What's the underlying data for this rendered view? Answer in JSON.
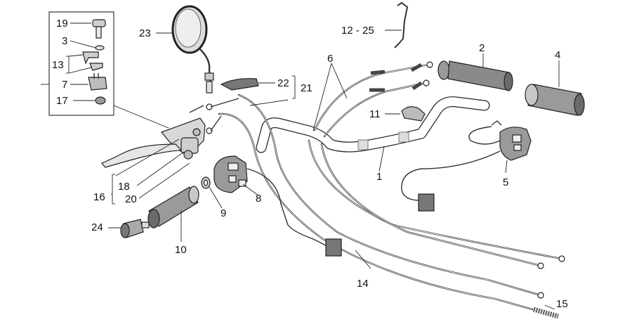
{
  "labels": {
    "p1": "1",
    "p2": "2",
    "p4": "4",
    "p5": "5",
    "p6": "6",
    "p7": "7",
    "p8": "8",
    "p9": "9",
    "p10": "10",
    "p11": "11",
    "p12_25": "12 - 25",
    "p13": "13",
    "p14": "14",
    "p15": "15",
    "p16": "16",
    "p17": "17",
    "p18": "18",
    "p19": "19",
    "p20": "20",
    "p21": "21",
    "p22": "22",
    "p23": "23",
    "p24": "24",
    "p3": "3"
  },
  "colors": {
    "ink": "#222222",
    "grip": "#9a9a9a",
    "grip_dark": "#6a6a6a",
    "mirror": "#dcdcdc"
  }
}
